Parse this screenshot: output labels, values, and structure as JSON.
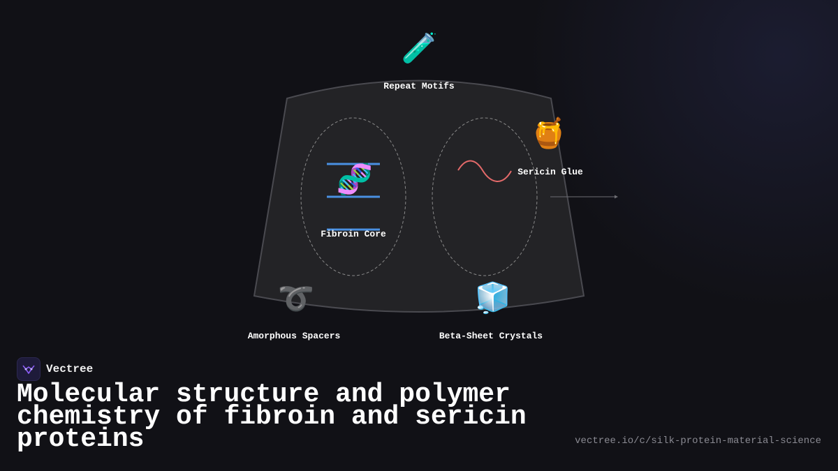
{
  "diagram": {
    "nodes": [
      {
        "label": "Repeat Motifs",
        "icon": "test-tube-icon",
        "glyph": "🧪"
      },
      {
        "label": "Sericin Glue",
        "icon": "honey-pot-icon",
        "glyph": "🍯"
      },
      {
        "label": "Fibroin Core",
        "icon": "dna-icon",
        "glyph": "🧬"
      },
      {
        "label": "Amorphous Spacers",
        "icon": "curly-loop-icon",
        "glyph": "➰"
      },
      {
        "label": "Beta-Sheet Crystals",
        "icon": "ice-cube-icon",
        "glyph": "🧊"
      }
    ],
    "colors": {
      "panel_fill": "#232326",
      "panel_stroke": "#4a4a50",
      "strand_blue": "#4a90e2",
      "wave_red": "#e46a6a",
      "dashed": "#8a8a8a",
      "arrow": "#6e6e74"
    }
  },
  "brand": {
    "name": "Vectree",
    "logo_icon": "vectree-logo-icon",
    "accent": "#8b5cf6"
  },
  "title": "Molecular structure and polymer chemistry of fibroin and sericin proteins",
  "url": "vectree.io/c/silk-protein-material-science"
}
